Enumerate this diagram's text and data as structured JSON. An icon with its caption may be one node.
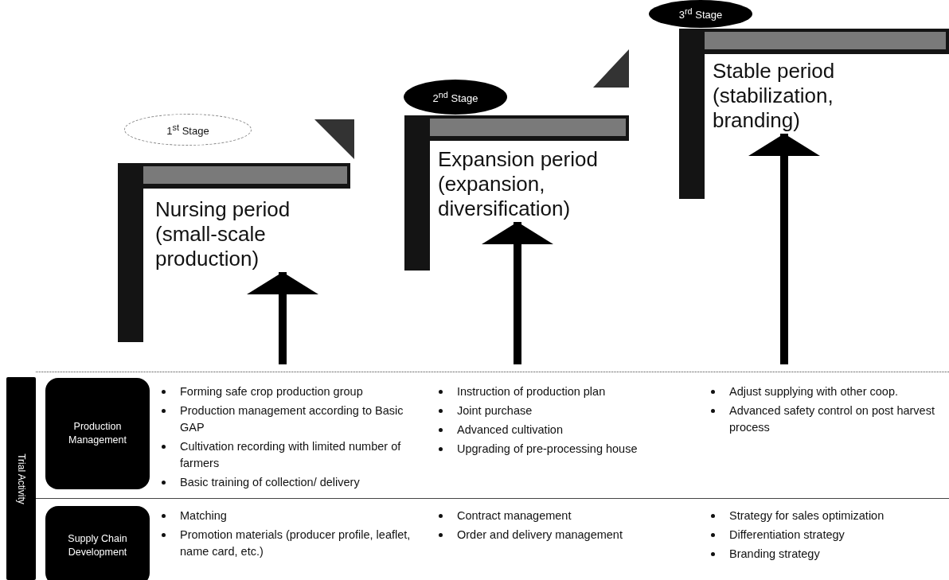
{
  "diagram": {
    "nodes": [
      {
        "text": [
          "1$^{st}$ Stage"
        ]
      },
      {
        "text": [
          "Nursing period (small-scale production)"
        ]
      },
      {
        "text": [
          "2$^{nd}$ Stage"
        ]
      },
      {
        "text": [
          "Expansion period (expansion, diversification)"
        ]
      },
      {
        "text": [
          "3$^{rd}$ Stage"
        ]
      },
      {
        "text": [
          "Stable period (stabilization, branding)"
        ]
      },
      {
        "text": [
          "Trial Activity"
        ]
      },
      {
        "text": [
          "Production Management"
        ]
      },
      {
        "text": [
          "Supply Chain Development"
        ]
      }
    ],
    "edges": [
      {
        "from": null,
        "to": 1,
        "arrow": "to"
      },
      {
        "from": null,
        "to": 3,
        "arrow": "to"
      },
      {
        "from": null,
        "to": 5,
        "arrow": "to"
      }
    ],
    "labels": [
      "Forming safe crop production group",
      "Production management according to Basic GAP",
      "Cultivation recording with limited number of farmers",
      "Basic training of collection/ delivery",
      "Instruction of production plan",
      "Joint purchase",
      "Advanced cultivation",
      "Upgrading of pre-processing house",
      "Adjust supplying with other coop.",
      "Advanced safety control on post harvest process",
      "Matching",
      "Promotion materials (producer profile, leaflet, name card, etc.)",
      "Contract management",
      "Order and delivery management",
      "Strategy for sales optimization",
      "Differentiation strategy",
      "Branding strategy"
    ]
  }
}
